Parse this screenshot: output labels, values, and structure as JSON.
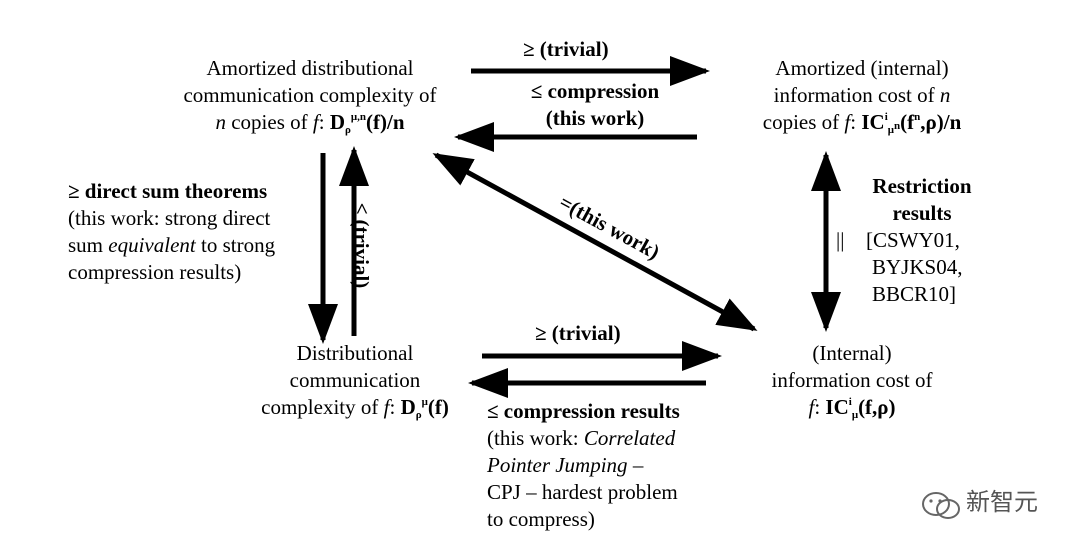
{
  "nodes": {
    "top_left": {
      "line1": "Amortized distributional",
      "line2": "communication complexity of",
      "n": "n",
      "copies_of": " copies of ",
      "f": "f",
      "colon": ": ",
      "D": "D",
      "sup": "μ,n",
      "sub": "ρ",
      "tail": "(f)/n"
    },
    "top_right": {
      "line1": "Amortized (internal)",
      "line2a": "information cost of ",
      "n": "n",
      "copies_of": "copies of ",
      "f": "f",
      "colon": ": ",
      "IC": "IC",
      "sup": "i",
      "sub_mu": "μ",
      "sub_n": "n",
      "paren": "(f",
      "pow": "n",
      "tail": ",ρ)/n"
    },
    "bottom_left": {
      "line1": "Distributional",
      "line2": "communication",
      "line3a": "complexity of ",
      "f": "f",
      "colon": ": ",
      "D": "D",
      "sup": "μ",
      "sub": "ρ",
      "tail": "(f)"
    },
    "bottom_right": {
      "line1": "(Internal)",
      "line2": "information cost of",
      "f": "f",
      "colon": ": ",
      "IC": "IC",
      "sup": "i",
      "sub": "μ",
      "tail": "(f,ρ)"
    }
  },
  "edges": {
    "top_upper": "≥ (trivial)",
    "top_lower_1": "≤ compression",
    "top_lower_2": "(this work)",
    "left_1": "≥ direct sum theorems",
    "left_2": "(this work: strong direct",
    "left_3a": "sum ",
    "left_3b": "equivalent",
    "left_3c": " to strong",
    "left_4": "compression results)",
    "left_vertical": "≤ (trivial)",
    "diagonal": "=(this work)",
    "right_1": "Restriction",
    "right_2": "results",
    "right_eq": "||",
    "right_3": "[CSWY01,",
    "right_4": "BYJKS04,",
    "right_5": "BBCR10]",
    "bottom_upper": "≥ (trivial)",
    "bottom_1": "≤ compression results",
    "bottom_2a": "(this work: ",
    "bottom_2b": "Correlated",
    "bottom_3a": "Pointer Jumping",
    "bottom_3b": " –",
    "bottom_4": "CPJ – hardest problem",
    "bottom_5": "to compress)"
  },
  "watermark": "新智元",
  "colors": {
    "ink": "#000000",
    "background": "#ffffff",
    "watermark": "#555555"
  }
}
